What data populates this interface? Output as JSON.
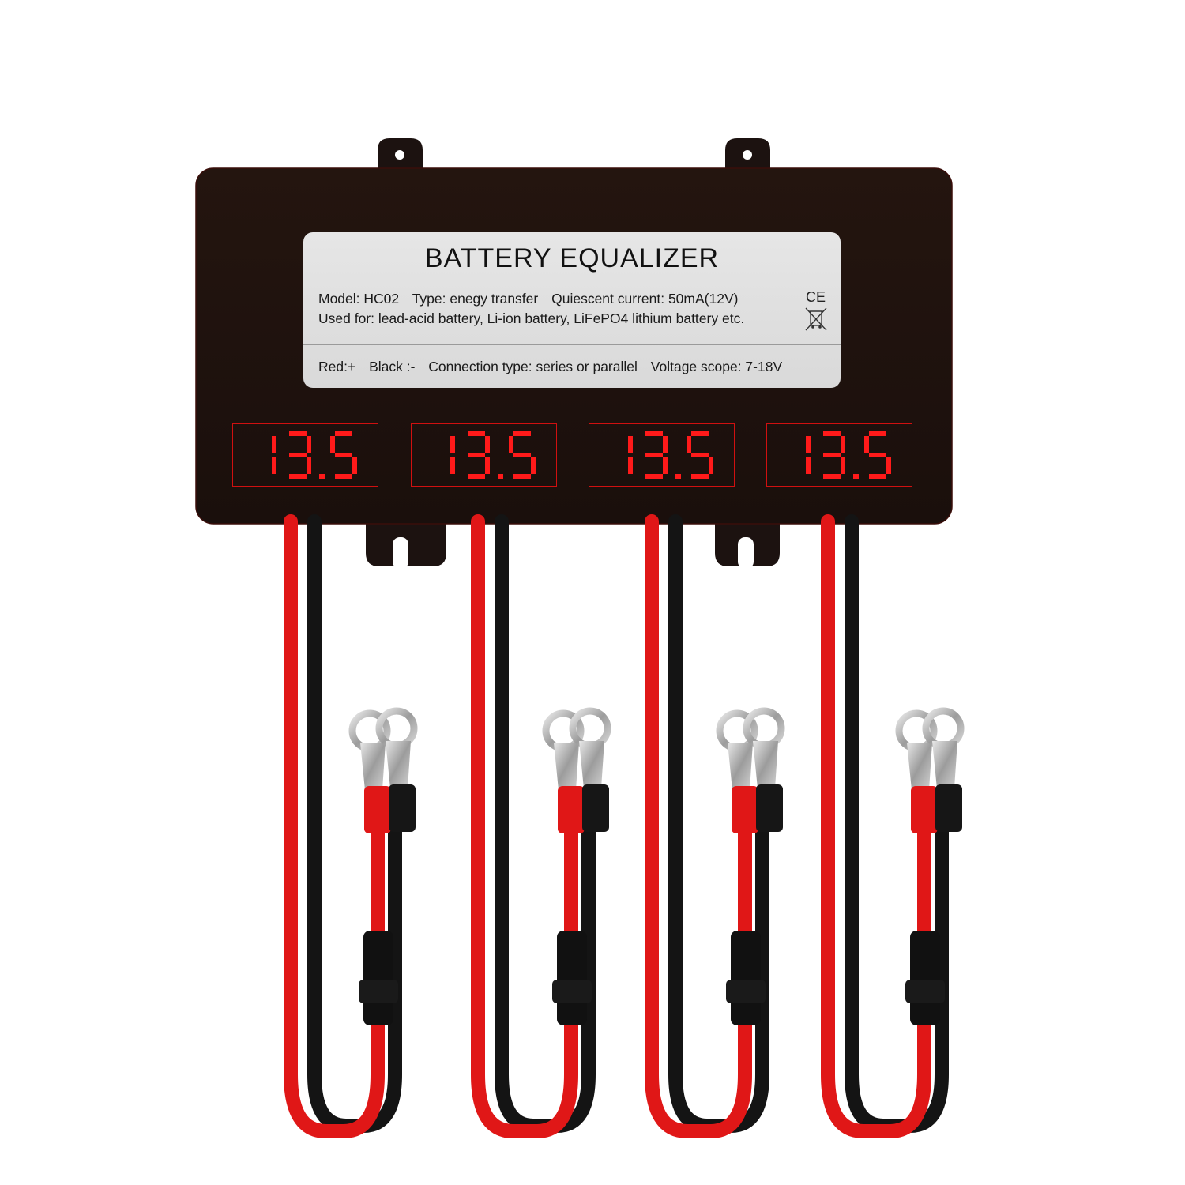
{
  "label": {
    "title": "BATTERY EQUALIZER",
    "model": "Model: HC02",
    "type": "Type: enegy transfer",
    "current": "Quiescent current: 50mA(12V)",
    "used_for": "Used for: lead-acid battery, Li-ion battery, LiFePO4 lithium battery etc.",
    "polarity_red": "Red:+",
    "polarity_black": "Black :-",
    "connection": "Connection type: series or parallel",
    "voltage": "Voltage scope: 7-18V",
    "ce_mark": "CE"
  },
  "displays": [
    {
      "value": "13.5"
    },
    {
      "value": "13.5"
    },
    {
      "value": "13.5"
    },
    {
      "value": "13.5"
    }
  ],
  "colors": {
    "housing": "#1e1211",
    "label_bg": "#dedede",
    "segment_red": "#ff1a1a",
    "wire_red": "#e01717",
    "wire_black": "#141414",
    "terminal_metal": "#b8b8b8"
  }
}
